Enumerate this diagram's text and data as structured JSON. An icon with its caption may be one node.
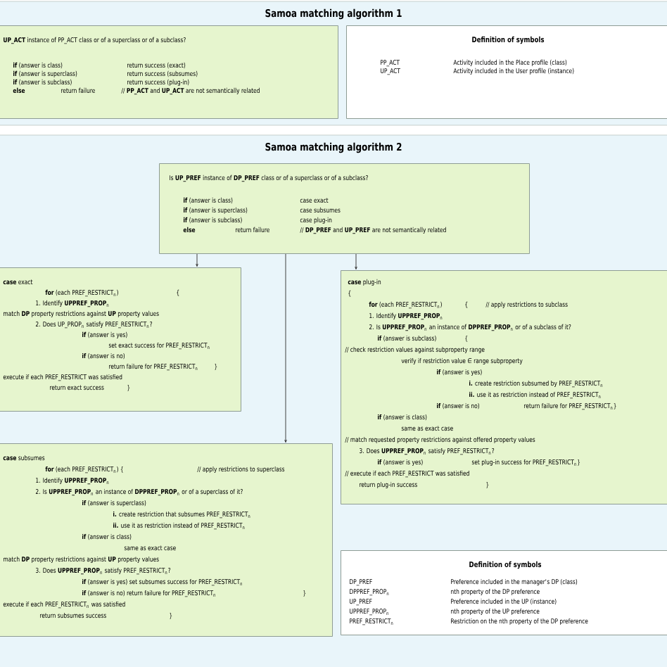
{
  "diagram": {
    "nodes": [
      {
        "text": [
          "**UP_ACT** instance of PP_ACT class or of a superclass or of a subclass?",
          "**if** (answer is class)",
          "return success (exact)",
          "**if** (answer is superclass)",
          "return success (subsumes)",
          "**if** (answer is subclass)",
          "return success (plug-in)",
          "else",
          "return failure",
          "// **PP_ACT** and **UP_ACT** are not semantically related"
        ]
      },
      {
        "text": [
          "Definition of symbols",
          "PP_ACT",
          "Activity included in the Place profile (class)",
          "UP_ACT",
          "Activity included in the User profile (instance)"
        ]
      },
      {
        "text": [
          "Is **UP_PREF** instance of **DP_PREF** class or of a superclass or of a subclass?",
          "**if** (answer is class)",
          "case exact",
          "**if** (answer is superclass)",
          "case subsumes",
          "**if** (answer is subclass)",
          "case plug-in",
          "else",
          "return failure",
          "// **DP_PREF** and **UP_PREF** are not semantically related"
        ]
      },
      {
        "text": [
          "**case** exact",
          "**for** (each PREF_RESTRICT$_{n}$)",
          "{",
          "1. Identify **UPPREF_PROP**$_{n}$",
          "match **DP** property restrictions against **UP** property values",
          "2. Does UP_PROP$_{n}$ satisfy PREF_RESTRICT$_{n}$?",
          "**if** (answer is yes)",
          "set exact success for PREF_RESTRICT$_{n}$",
          "**if** (answer is no)",
          "return failure for PREF_RESTRICT$_{n}$",
          "}",
          "execute if each PREF_RESTRICT was satisfied",
          "return exact success",
          "}"
        ]
      },
      {
        "text": [
          "**case** plug-in",
          "{",
          "**for** (each PREF_RESTRICT$_{n}$)",
          "{",
          "// apply restrictions to subclass",
          "1. Identify **UPPREF_PROP**$_{n}$",
          "2. Is **UPPREF_PROP**$_{n}$ an instance of **DPPREF_PROP**$_{n}$ or of a subclass of it?",
          "**if** (answer is subclass)",
          "{",
          "// check restriction values against subproperty range",
          "verify if restriction value ∈ range subproperty",
          "**if** (answer is yes)",
          "**i.** create restriction subsumed by PREF_RESTRICT$_{n}$",
          "**ii.** use it as restriction instead of PREF_RESTRICT$_{n}$",
          "**if** (answer is no)",
          "return failure for PREF_RESTRICT$_{n}$}",
          "**if** (answer is class)",
          "same as exact case",
          "// match requested property restrictions against offered property values",
          "3. Does **UPPREF_PROP**$_{n}$ satisfy PREF_RESTRICT$_{n}$?",
          "**if** (answer is yes)",
          "set plug-in success for PREF_RESTRICT$_{n}$}",
          "// execute if each PREF_RESTRICT was satisfied",
          "return plug-in success",
          "}"
        ]
      },
      {
        "text": [
          "**case** subsumes",
          "**for** (each PREF_RESTRICT$_{n}$) {",
          "// apply restrictions to superclass",
          "1. Identify **UPPREF_PROP**$_{n}$",
          "2. Is **UPPREF_PROP**$_{n}$ an instance of **DPPREF_PROP**$_{n}$ or of a superclass of it?",
          "**if** (answer is superclass)",
          "**i.** create restriction that subsumes PREF_RESTRICT$_{n}$",
          "**ii.** use it as restriction instead of PREF_RESTRICT$_{n}$",
          "**if** (answer is class)",
          "same as exact case",
          "match **DP** property restrictions against **UP** property values",
          "3. Does **UPPREF_PROP**$_{n}$ satisfy PREF_RESTRICT$_{n}$?",
          "**if** (answer is yes) set subsumes success for PREF_RESTRICT$_{n}$",
          "**if** (answer is no) return failure for PREF_RESTRICT$_{n}$",
          "}",
          "execute if each PREF_RESTRICT$_{n}$ was satisfied",
          "return subsumes success",
          "}"
        ]
      },
      {
        "text": [
          "Definition of symbols",
          "DP_PREF",
          "Preference included in the manager's DP (class)",
          "DPPREF_PROP$_{n}$",
          "nth property of the DP preference",
          "UP_PREF",
          "Preference included in the UP (instance)",
          "UPPREF_PROP$_{n}$",
          "nth property of the UP preference",
          "PREF_RESTRICT$_{n}$",
          "Restriction on the nth property of the DP preference"
        ]
      }
    ],
    "edges": [
      {
        "from": 2,
        "to": 3,
        "arrow": "to"
      },
      {
        "from": 2,
        "to": 5,
        "arrow": "to"
      },
      {
        "from": 2,
        "to": 4,
        "arrow": "to"
      }
    ],
    "labels": [
      "Samoa matching algorithm 1",
      "Samoa matching algorithm 2"
    ]
  }
}
